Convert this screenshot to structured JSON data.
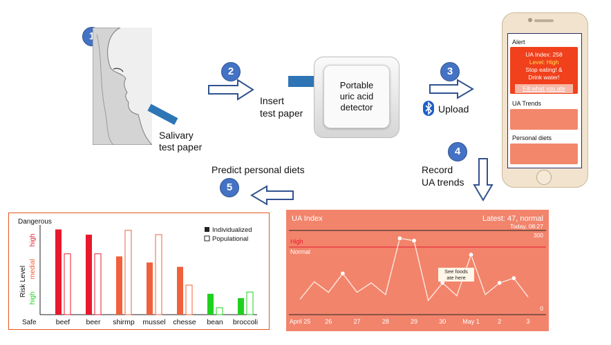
{
  "steps": {
    "s1": "1",
    "s2": "2",
    "s3": "3",
    "s4": "4",
    "s5": "5"
  },
  "labels": {
    "salivary_line1": "Salivary",
    "salivary_line2": "test paper",
    "insert_line1": "Insert",
    "insert_line2": "test paper",
    "detector_line1": "Portable",
    "detector_line2": "uric acid",
    "detector_line3": "detector",
    "upload": "Upload",
    "record_line1": "Record",
    "record_line2": "UA trends",
    "predict": "Predict personal diets"
  },
  "phone": {
    "alert_title": "Alert",
    "ua_index": "UA Index: 258",
    "level": "Level: High",
    "message_line1": "Stop eating! &",
    "message_line2": "Drink water!",
    "fill_link": "Fill what you ate",
    "trends_title": "UA Trends",
    "diets_title": "Personal diets"
  },
  "colors": {
    "accent_blue": "#4472c4",
    "alert_red": "#f0401c",
    "panel_salmon": "#f2846c",
    "bar_red": "#e8192c",
    "bar_orange": "#f0603a",
    "bar_green": "#1fd11f"
  },
  "chart_data": [
    {
      "type": "line",
      "title": "UA Index",
      "latest": "Latest: 47, normal",
      "latest_time": "Today, 08:27",
      "ylim": [
        0,
        300
      ],
      "y_tick_labels": [
        "300",
        "0"
      ],
      "threshold_labels": [
        "High",
        "Normal"
      ],
      "x_tick_labels": [
        "April 25",
        "26",
        "27",
        "28",
        "29",
        "30",
        "May 1",
        "2",
        "3"
      ],
      "annotation": "See foods ate here",
      "x": [
        0,
        0.5,
        1,
        1.5,
        2,
        2.5,
        3,
        3.5,
        4,
        4.5,
        5,
        5.5,
        6,
        6.5,
        7,
        7.5,
        8
      ],
      "values": [
        30,
        105,
        60,
        140,
        60,
        100,
        50,
        290,
        280,
        25,
        100,
        45,
        220,
        50,
        100,
        120,
        40
      ],
      "marked_points": [
        3,
        7,
        8,
        10,
        12,
        14,
        15
      ]
    },
    {
      "type": "bar",
      "ylabel": "Risk Level",
      "top_label": "Dangerous",
      "bottom_label": "Safe",
      "level_labels": [
        "high",
        "medial",
        "high"
      ],
      "categories": [
        "beef",
        "beer",
        "shirmp",
        "mussel",
        "chesse",
        "bean",
        "broccoli"
      ],
      "series": [
        {
          "name": "Individualized",
          "values": [
            0.98,
            0.92,
            0.67,
            0.6,
            0.55,
            0.24,
            0.19
          ]
        },
        {
          "name": "Populational",
          "values": [
            0.7,
            0.7,
            0.97,
            0.92,
            0.34,
            0.08,
            0.26
          ]
        }
      ],
      "bar_colors": [
        "#e8192c",
        "#e8192c",
        "#f0603a",
        "#f0603a",
        "#f0603a",
        "#1fd11f",
        "#1fd11f"
      ],
      "ylim": [
        0,
        1
      ]
    }
  ]
}
